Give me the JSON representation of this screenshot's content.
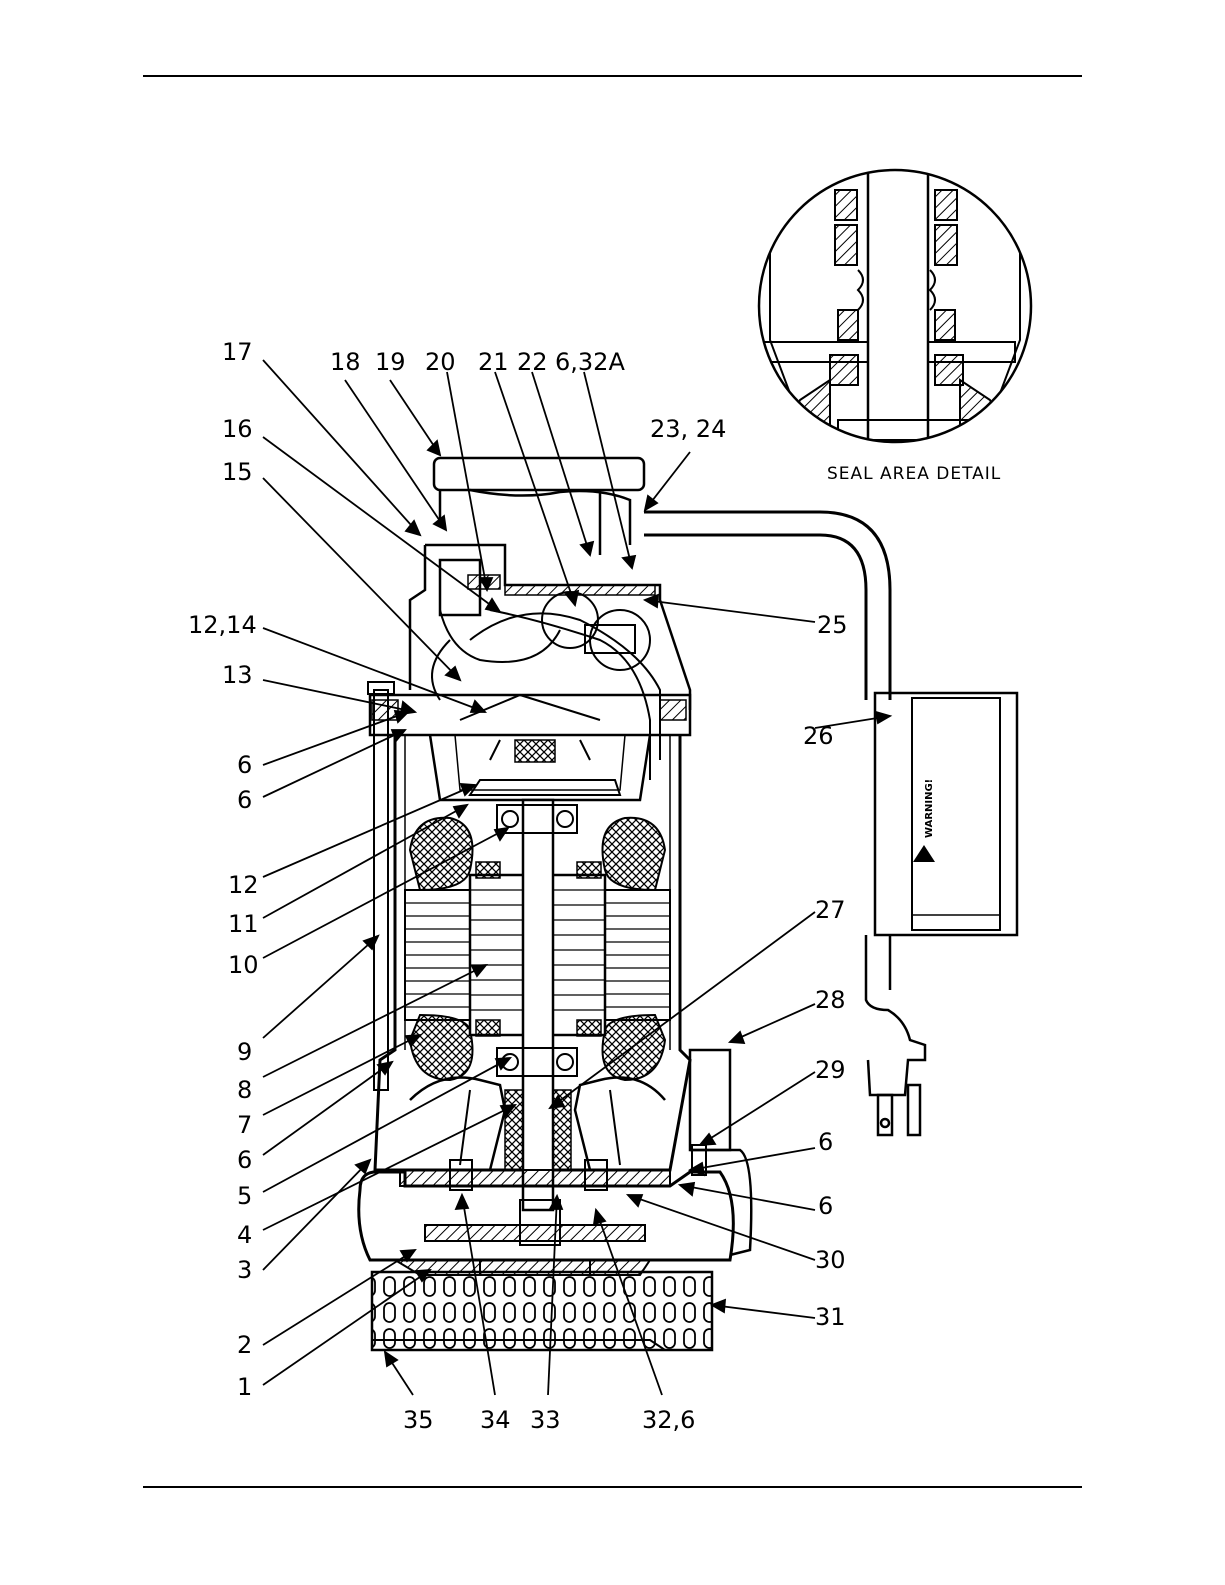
{
  "diagram": {
    "seal_detail_title": "SEAL AREA DETAIL",
    "warning_label": "WARNING!",
    "callouts": {
      "c17": "17",
      "c18": "18",
      "c19": "19",
      "c20": "20",
      "c21": "21",
      "c22": "22",
      "c6_32a": "6,32A",
      "c23_24": "23, 24",
      "c16": "16",
      "c15": "15",
      "c25": "25",
      "c12_14": "12,14",
      "c13": "13",
      "c26": "26",
      "c6a": "6",
      "c6b": "6",
      "c12": "12",
      "c11": "11",
      "c10": "10",
      "c27": "27",
      "c9": "9",
      "c28": "28",
      "c8": "8",
      "c29": "29",
      "c7": "7",
      "c6c": "6",
      "c6d": "6",
      "c6e": "6",
      "c5": "5",
      "c6f": "6",
      "c4": "4",
      "c30": "30",
      "c3": "3",
      "c31": "31",
      "c2": "2",
      "c1": "1",
      "c35": "35",
      "c34": "34",
      "c33": "33",
      "c32_6": "32,6"
    }
  }
}
